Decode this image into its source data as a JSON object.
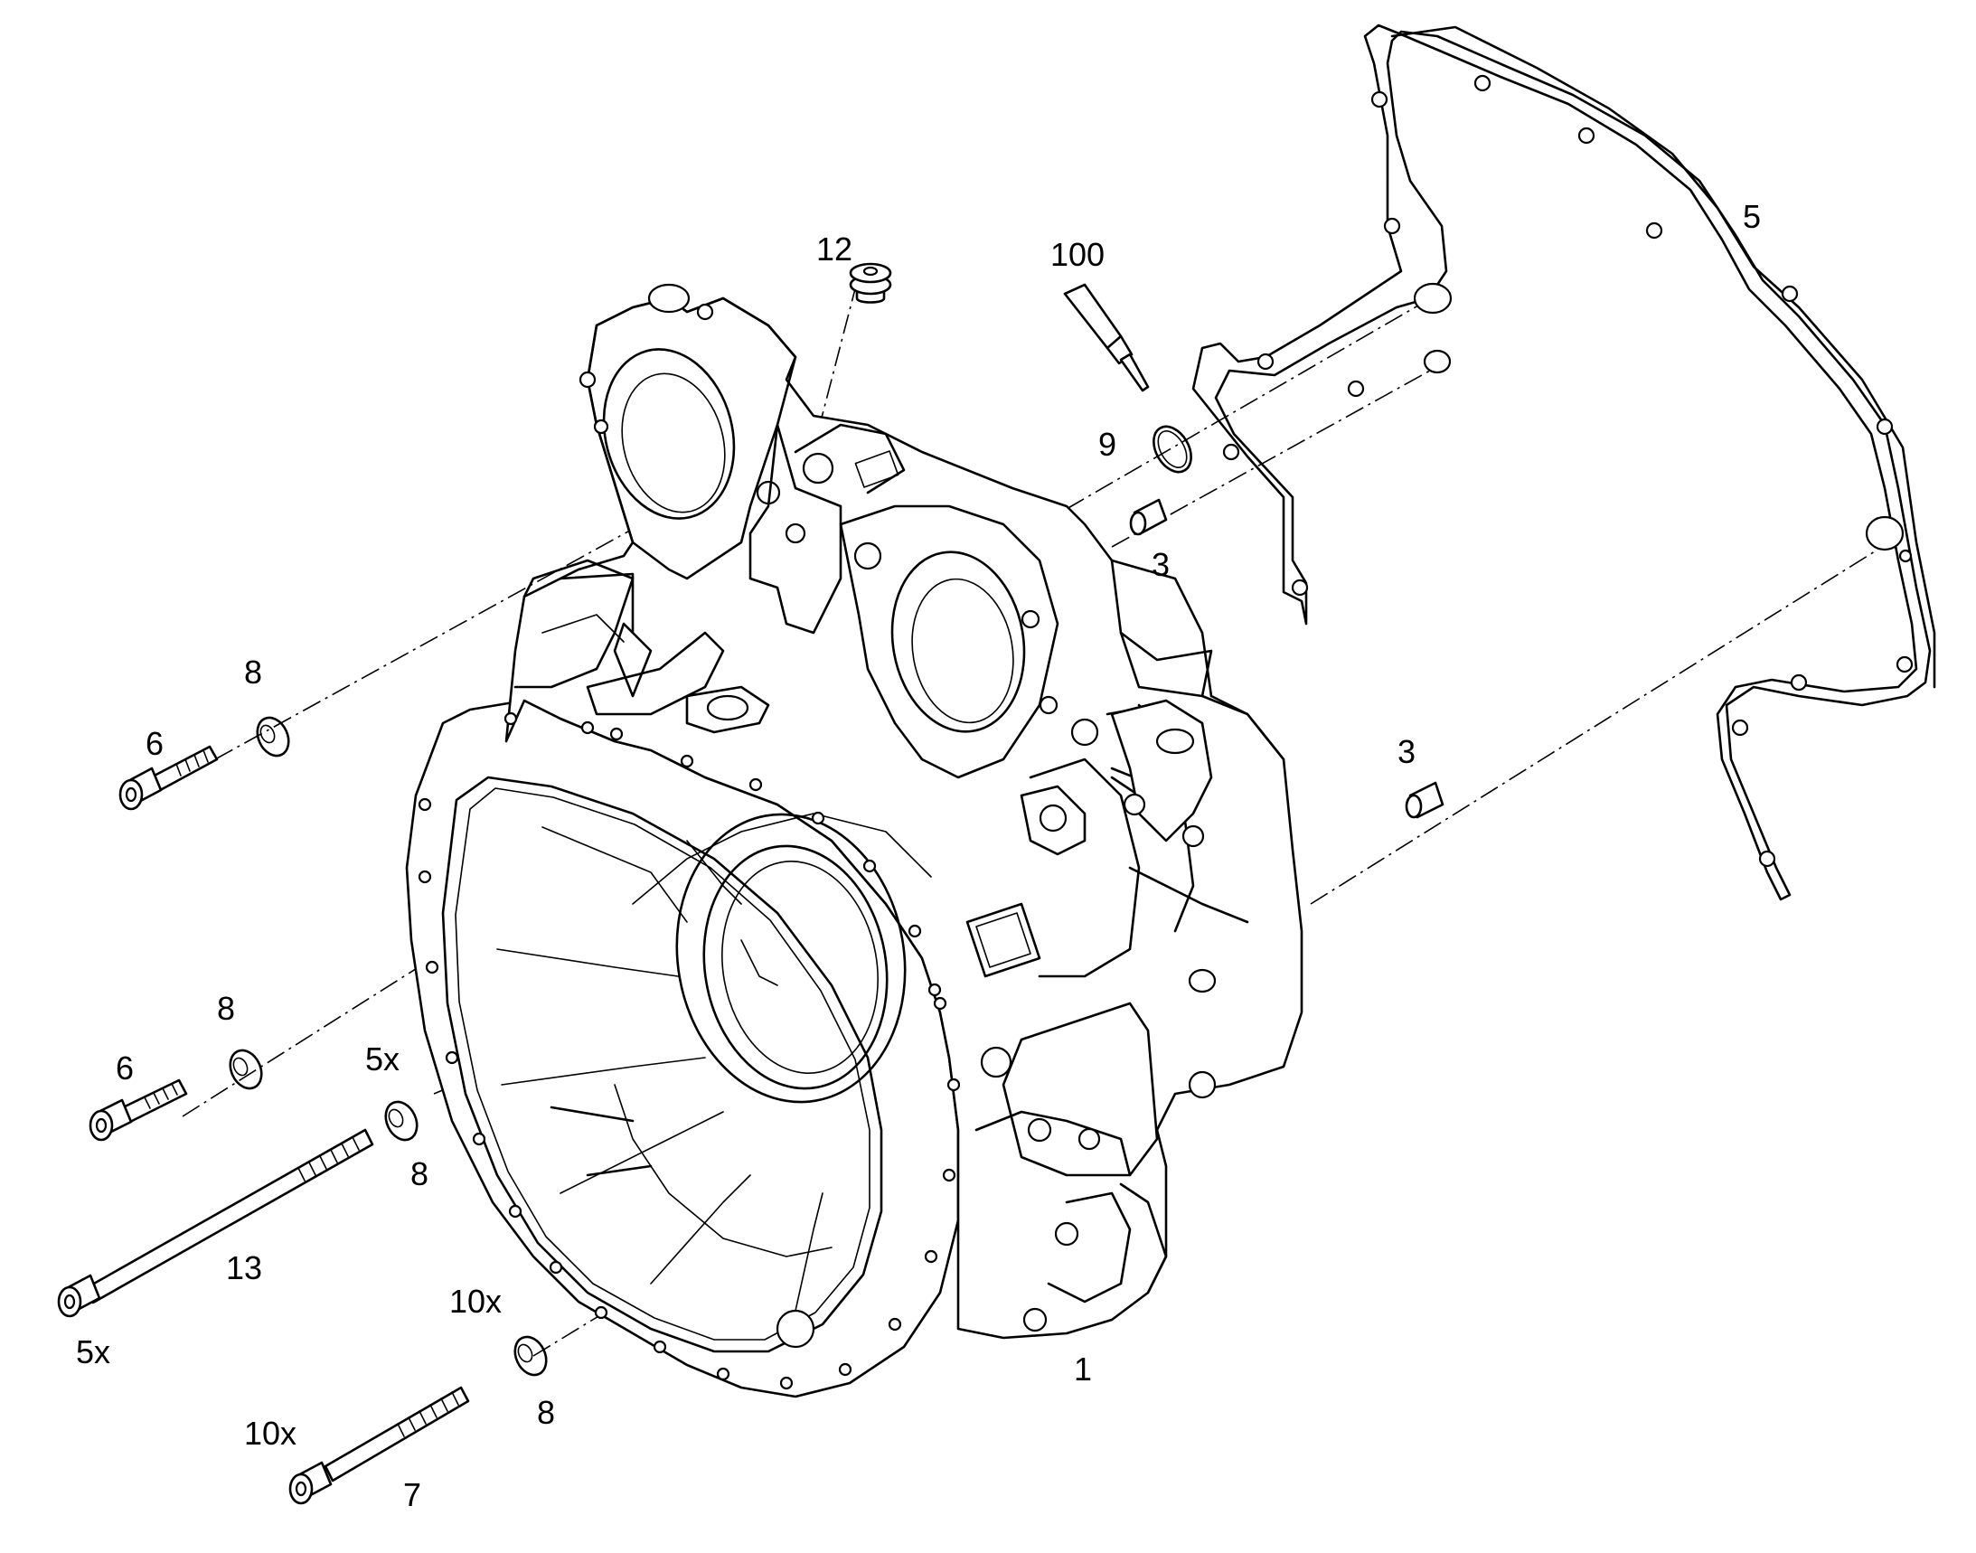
{
  "callouts": {
    "housing": "1",
    "dowel_top": "3",
    "dowel_right": "3",
    "gasket": "5",
    "screw_top": "6",
    "screw_mid": "6",
    "screw_bottom": "7",
    "washer_top": "8",
    "washer_mid": "8",
    "washer_long_bolt": "8",
    "washer_bottom": "8",
    "oring": "9",
    "plug": "12",
    "long_bolt": "13",
    "sealant": "100",
    "qty_long_bolt": "5x",
    "qty_long_bolt_washer": "5x",
    "qty_bottom_washer": "10x",
    "qty_bottom_screw": "10x"
  }
}
